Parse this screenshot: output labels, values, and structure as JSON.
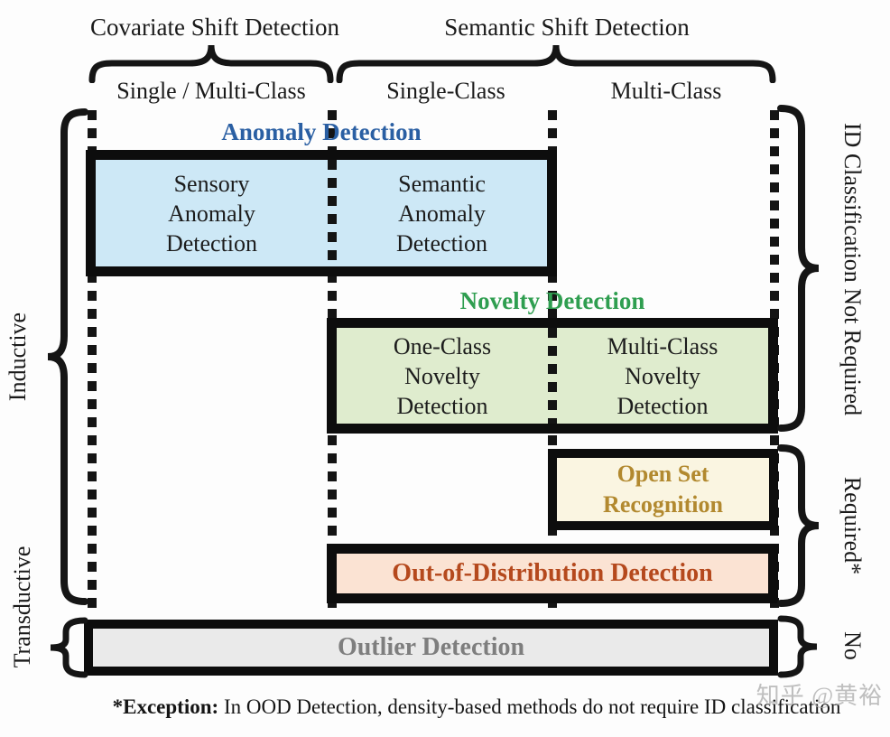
{
  "diagram": {
    "top_groups": [
      {
        "label": "Covariate Shift Detection"
      },
      {
        "label": "Semantic Shift Detection"
      }
    ],
    "columns": [
      {
        "label": "Single / Multi-Class"
      },
      {
        "label": "Single-Class"
      },
      {
        "label": "Multi-Class"
      }
    ],
    "left_axis": [
      {
        "label": "Inductive"
      },
      {
        "label": "Transductive"
      }
    ],
    "right_axis": [
      {
        "label": "ID Classification Not Required"
      },
      {
        "label": "Required*"
      },
      {
        "label": "No"
      }
    ],
    "tasks": {
      "anomaly": {
        "title": "Anomaly Detection",
        "title_color": "#2a5fa3",
        "fill": "#cde8f6",
        "cells": [
          {
            "label": "Sensory\nAnomaly\nDetection"
          },
          {
            "label": "Semantic\nAnomaly\nDetection"
          }
        ]
      },
      "novelty": {
        "title": "Novelty Detection",
        "title_color": "#2f9e50",
        "fill": "#dfecce",
        "cells": [
          {
            "label": "One-Class\nNovelty\nDetection"
          },
          {
            "label": "Multi-Class\nNovelty\nDetection"
          }
        ]
      },
      "open_set": {
        "label": "Open Set\nRecognition",
        "text_color": "#b2892f",
        "fill": "#faf5e1"
      },
      "ood": {
        "label": "Out-of-Distribution Detection",
        "text_color": "#b5491d",
        "fill": "#fbe3d3"
      },
      "outlier": {
        "label": "Outlier Detection",
        "text_color": "#7e7e7e",
        "fill": "#eaeaea"
      }
    },
    "footnote": {
      "bold": "*Exception:",
      "rest": " In OOD Detection, density-based methods do not require ID classification"
    },
    "watermark": "知乎 @黄裕",
    "palette": {
      "border": "#0d0d0d",
      "dotted_line": "#141414"
    }
  }
}
